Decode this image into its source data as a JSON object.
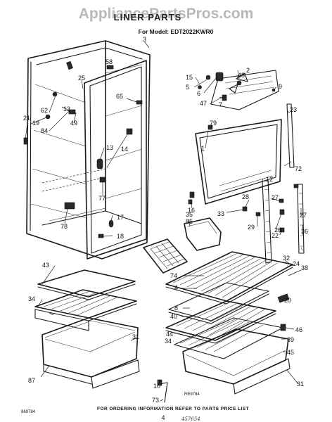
{
  "watermark": "AppliancePartsPros.com",
  "title": "LINER PARTS",
  "model_line": "For Model: EDT2022KWR0",
  "footer_text": "FOR ORDERING INFORMATION REFER TO PARTS PRICE LIST",
  "page_number": "4",
  "doc_code_left": "869784",
  "doc_code_mid": "RE9784",
  "handwritten_note": "457654",
  "part_labels": {
    "p3": "3",
    "p58": "58",
    "p25": "25",
    "p65": "65",
    "p62": "62",
    "p13a": "13",
    "p21": "21",
    "p19": "19",
    "p84": "84",
    "p49": "49",
    "p13b": "13",
    "p14": "14",
    "p77": "77",
    "p78": "78",
    "p17": "17",
    "p18": "18",
    "p15": "15",
    "p48": "48",
    "p2": "2",
    "p5": "5",
    "p6": "6",
    "p9": "9",
    "p47": "47",
    "p7": "7",
    "p23": "23",
    "p79": "79",
    "p1": "1",
    "p72": "72",
    "p12": "12",
    "p16": "16",
    "p28": "28",
    "p33": "33",
    "p27a": "27",
    "p27b": "27",
    "p29": "29",
    "p26": "26",
    "p22": "22",
    "p36": "36",
    "p35": "35",
    "p85": "85",
    "p32": "32",
    "p24": "24",
    "p38": "38",
    "p43": "43",
    "p74": "74",
    "p4": "4",
    "p34a": "34",
    "p8": "8",
    "p40": "40",
    "p20": "20",
    "p39": "39",
    "p44": "44",
    "p46": "46",
    "p31a": "31",
    "p34b": "34",
    "p45": "45",
    "p87": "87",
    "p10": "10",
    "p73": "73",
    "p31b": "31"
  }
}
